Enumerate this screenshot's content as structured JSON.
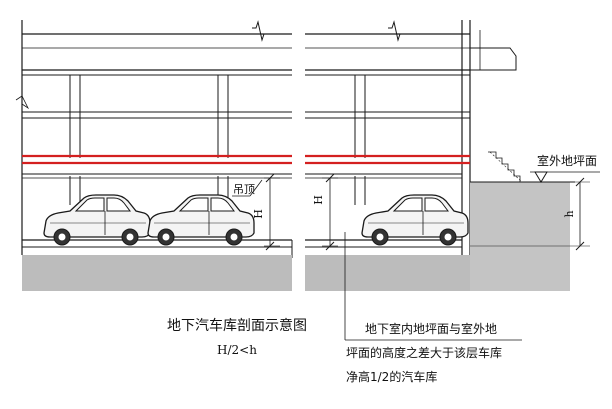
{
  "labels": {
    "ceiling": "吊顶",
    "outdoor_ground": "室外地坪面",
    "height_H_left": "H",
    "height_H_right": "H",
    "height_h": "h",
    "title": "地下汽车库剖面示意图",
    "formula": "H/2<h",
    "note_line1": "地下室内地坪面与室外地",
    "note_line2": "坪面的高度之差大于该层车库",
    "note_line3": "净高1/2的汽车库"
  },
  "colors": {
    "line": "#1a1a1a",
    "slab_red": "#d42020",
    "ground_fill": "#bcbcbc",
    "earth_fill": "#c4c4c4",
    "car_body": "#f4f4f4",
    "tire": "#333333"
  },
  "icons": [
    "car-icon",
    "break-mark-icon",
    "ground-level-triangle-icon"
  ]
}
